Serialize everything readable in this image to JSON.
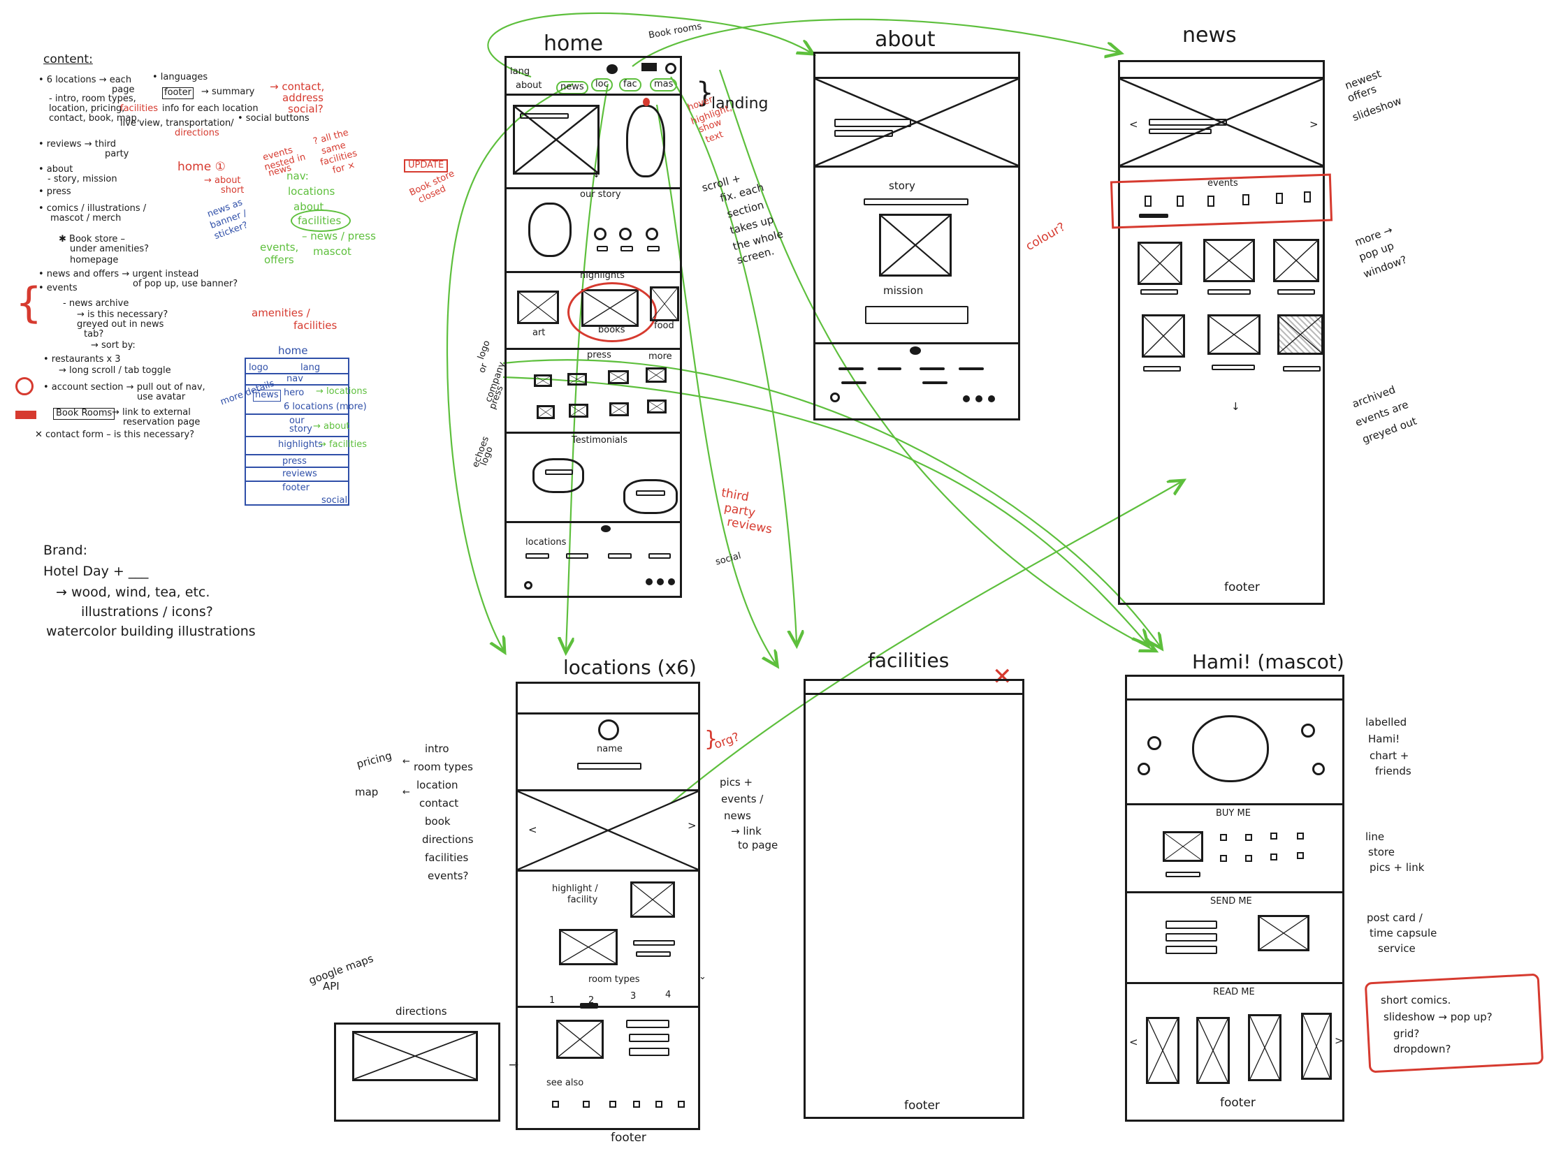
{
  "content_notes": {
    "heading": "content:",
    "lines": [
      "• 6 locations → each",
      "page",
      "- intro, room types,",
      "location, pricing,",
      "facilities",
      "info for each location",
      "contact, book, map,",
      "live view, transportation/",
      "directions",
      "• languages",
      "footer",
      "→ summary",
      "• social buttons",
      "→ contact,",
      "address",
      "social?",
      "• reviews → third",
      "party",
      "• about",
      "- story, mission",
      "• press",
      "• comics / illustrations /",
      "mascot / merch",
      "✱ Book store –",
      "under amenities?",
      "homepage",
      "• news and offers → urgent instead",
      "of pop up, use banner?",
      "• events",
      "- news archive",
      "→ is this necessary?",
      "greyed out in news",
      "tab?",
      "→ sort by:",
      "• restaurants x 3",
      "→ long scroll / tab toggle",
      "• account section → pull out of nav,",
      "use avatar",
      "Book Rooms",
      "→ link to external",
      "reservation page",
      "✕ contact form – is this necessary?",
      "home ①",
      "→ about",
      "short",
      "news as",
      "banner /",
      "sticker?",
      "events",
      "nested in",
      "news",
      "? all the",
      "same",
      "facilities",
      "for ×",
      "nav:",
      "locations",
      "about",
      "facilities",
      "– news / press",
      "events,",
      "offers",
      "mascot",
      "amenities /",
      "facilities"
    ]
  },
  "mini_sitemap": {
    "title": "home",
    "logo": "logo",
    "lang": "lang",
    "nav": "nav",
    "more_details": "more details",
    "news": "news",
    "rows": [
      "hero",
      "6 locations (more)",
      "our",
      "story",
      "highlights",
      "press",
      "reviews",
      "footer",
      "social"
    ],
    "annotations": [
      "→ locations",
      "→ about",
      "→ facilities"
    ]
  },
  "brand_notes": {
    "heading": "Brand:",
    "lines": [
      "Hotel Day + ___",
      "→ wood, wind, tea, etc.",
      "illustrations / icons?",
      "watercolor building illustrations"
    ]
  },
  "home": {
    "title": "home",
    "book_rooms": "Book rooms",
    "lang": "lang",
    "nav": [
      "about",
      "news",
      "loc",
      "fac",
      "mas"
    ],
    "landing": "landing",
    "map_note": [
      "hover",
      "highlight,",
      "show",
      "text"
    ],
    "update_label": "UPDATE",
    "update_note": [
      "Book store",
      "closed"
    ],
    "scroll_note": [
      "scroll +",
      "fix. each",
      "section",
      "takes up",
      "the whole",
      "screen."
    ],
    "our_story": "our story",
    "highlights": "highlights",
    "highlight_items": [
      "art",
      "books",
      "food"
    ],
    "press": "press",
    "more": "more",
    "press_note": [
      "logo",
      "or",
      "company",
      "press"
    ],
    "testimonials": "Testimonials",
    "echoes_note": [
      "echoes",
      "logo"
    ],
    "third_party": [
      "third",
      "party",
      "reviews"
    ],
    "locations": "locations",
    "social": "social"
  },
  "about": {
    "title": "about",
    "story": "story",
    "mission": "mission",
    "colour_note": "colour?"
  },
  "news": {
    "title": "news",
    "slideshow_note": [
      "newest",
      "offers",
      "slideshow"
    ],
    "events": "events",
    "more_note": [
      "more →",
      "pop up",
      "window?"
    ],
    "archived_note": [
      "archived",
      "events are",
      "greyed out"
    ],
    "footer": "footer"
  },
  "locations": {
    "title": "locations (x6)",
    "name": "name",
    "org_note": "org?",
    "left_list": [
      "pricing",
      "map"
    ],
    "right_list": [
      "intro",
      "room types",
      "location",
      "contact",
      "book",
      "directions",
      "facilities",
      "events?"
    ],
    "pics_note": [
      "pics +",
      "events /",
      "news",
      "→ link",
      "to page"
    ],
    "highlight_facility": [
      "highlight /",
      "facility"
    ],
    "room_types": "room types",
    "tab_numbers": [
      "1",
      "2",
      "3",
      "4"
    ],
    "see_also": "see also",
    "footer": "footer",
    "google_maps": [
      "google maps",
      "API"
    ],
    "directions": "directions"
  },
  "facilities": {
    "title": "facilities",
    "footer": "footer"
  },
  "mascot": {
    "title": "Hami! (mascot)",
    "chart_note": [
      "labelled",
      "Hami!",
      "chart +",
      "friends"
    ],
    "buy_me": "BUY ME",
    "line_note": [
      "line",
      "store",
      "pics + link"
    ],
    "send_me": "SEND ME",
    "postcard_note": [
      "post card /",
      "time capsule",
      "service"
    ],
    "read_me": "READ ME",
    "comics_note": [
      "short comics.",
      "slideshow → pop up?",
      "grid?",
      "dropdown?"
    ],
    "footer": "footer"
  },
  "colors": {
    "ink": "#1a1a1a",
    "red": "#d63a2f",
    "green": "#5dbf3c",
    "blue": "#2f4fa8"
  }
}
